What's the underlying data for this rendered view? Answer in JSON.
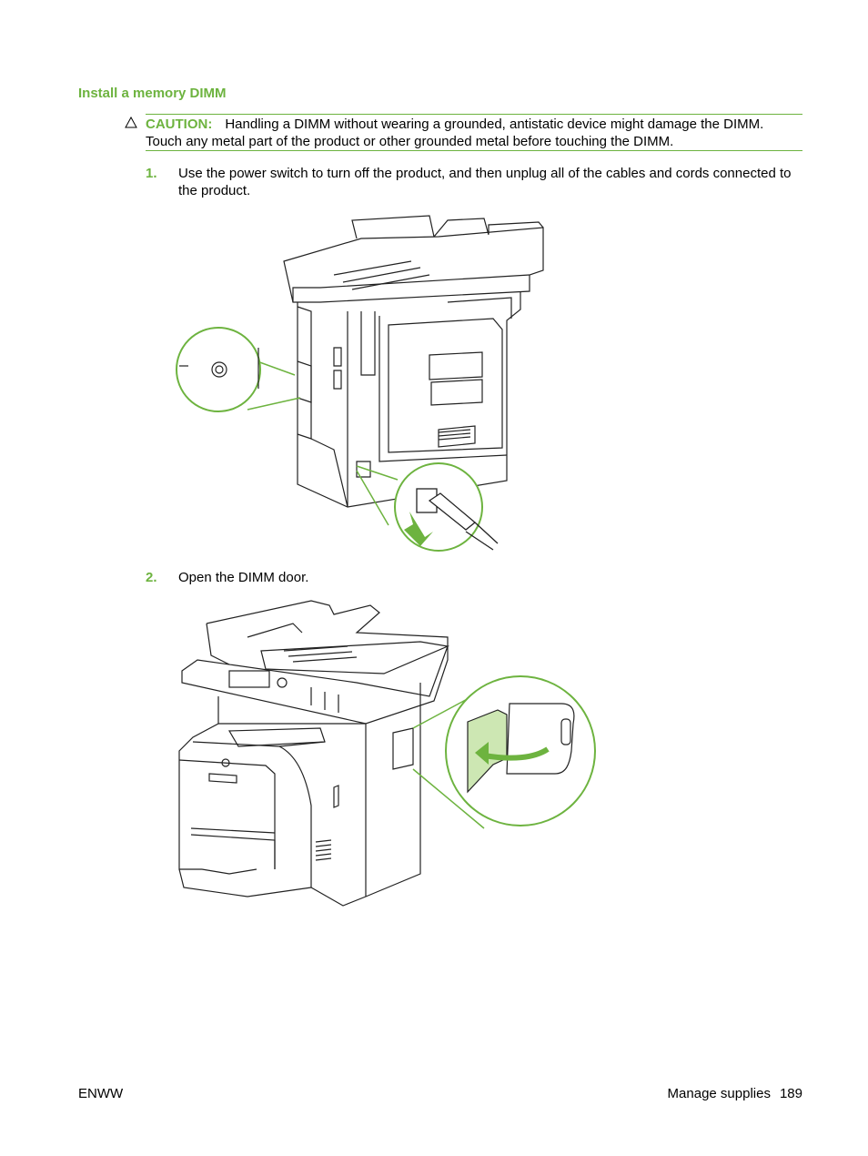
{
  "section": {
    "title": "Install a memory DIMM"
  },
  "caution": {
    "label": "CAUTION:",
    "text": "Handling a DIMM without wearing a grounded, antistatic device might damage the DIMM. Touch any metal part of the product or other grounded metal before touching the DIMM.",
    "icon": "caution-triangle-icon"
  },
  "steps": [
    {
      "number": "1.",
      "text": "Use the power switch to turn off the product, and then unplug all of the cables and cords connected to the product."
    },
    {
      "number": "2.",
      "text": "Open the DIMM door."
    }
  ],
  "colors": {
    "accent": "#6db33f"
  },
  "footer": {
    "left": "ENWW",
    "section": "Manage supplies",
    "page": "189"
  }
}
